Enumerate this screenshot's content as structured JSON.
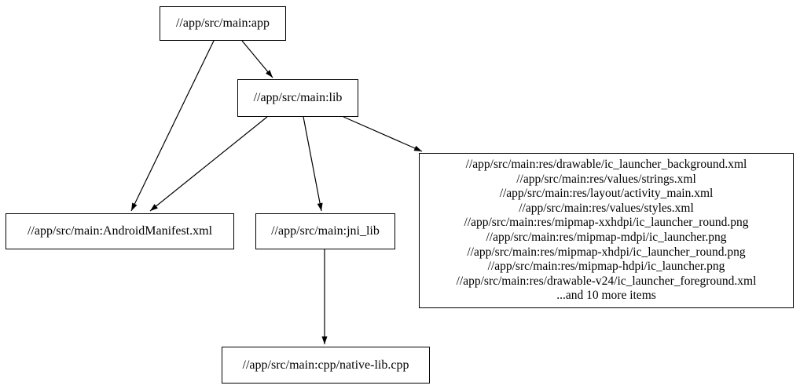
{
  "graph": {
    "type": "directed-dependency-graph",
    "background_color": "#ffffff",
    "node_border_color": "#000000",
    "node_fill_color": "#ffffff",
    "edge_color": "#000000",
    "nodes": {
      "app": {
        "label": "//app/src/main:app"
      },
      "lib": {
        "label": "//app/src/main:lib"
      },
      "manifest": {
        "label": "//app/src/main:AndroidManifest.xml"
      },
      "jni_lib": {
        "label": "//app/src/main:jni_lib"
      },
      "resources": {
        "lines": [
          "//app/src/main:res/drawable/ic_launcher_background.xml",
          "//app/src/main:res/values/strings.xml",
          "//app/src/main:res/layout/activity_main.xml",
          "//app/src/main:res/values/styles.xml",
          "//app/src/main:res/mipmap-xxhdpi/ic_launcher_round.png",
          "//app/src/main:res/mipmap-mdpi/ic_launcher.png",
          "//app/src/main:res/mipmap-xhdpi/ic_launcher_round.png",
          "//app/src/main:res/mipmap-hdpi/ic_launcher.png",
          "//app/src/main:res/drawable-v24/ic_launcher_foreground.xml",
          "...and 10 more items"
        ]
      },
      "native_cpp": {
        "label": "//app/src/main:cpp/native-lib.cpp"
      }
    },
    "edges": [
      {
        "from": "app",
        "to": "lib"
      },
      {
        "from": "app",
        "to": "manifest"
      },
      {
        "from": "lib",
        "to": "manifest"
      },
      {
        "from": "lib",
        "to": "jni_lib"
      },
      {
        "from": "lib",
        "to": "resources"
      },
      {
        "from": "jni_lib",
        "to": "native_cpp"
      }
    ]
  }
}
